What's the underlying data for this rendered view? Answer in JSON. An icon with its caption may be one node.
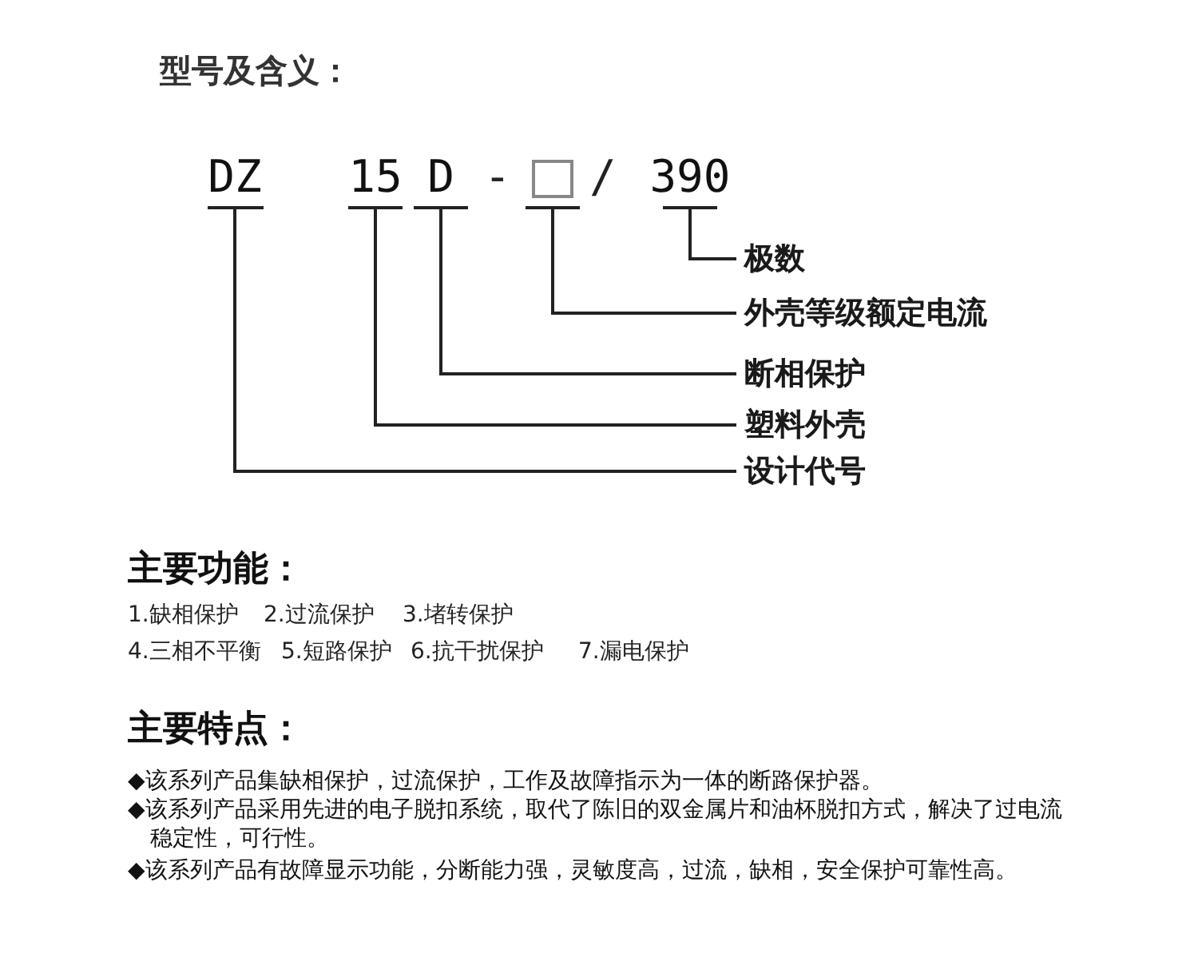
{
  "diagram": {
    "title": "型号及含义：",
    "nodes": [
      {
        "text": [
          "DZ"
        ]
      },
      {
        "text": [
          "15"
        ]
      },
      {
        "text": [
          "D"
        ]
      },
      {
        "text": [],
        "shape": "box"
      },
      {
        "text": [
          "390"
        ]
      },
      {
        "text": [
          "极数"
        ]
      },
      {
        "text": [
          "外壳等级额定电流"
        ]
      },
      {
        "text": [
          "断相保护"
        ]
      },
      {
        "text": [
          "塑料外壳"
        ]
      },
      {
        "text": [
          "设计代号"
        ]
      }
    ],
    "edges": [
      {
        "from": 4,
        "to": 5,
        "arrow": "none"
      },
      {
        "from": 3,
        "to": 6,
        "arrow": "none"
      },
      {
        "from": 2,
        "to": 7,
        "arrow": "none"
      },
      {
        "from": 1,
        "to": 8,
        "arrow": "none"
      },
      {
        "from": 0,
        "to": 9,
        "arrow": "none"
      }
    ],
    "labels": [
      "-",
      "/",
      "主要功能：",
      "1.缺相保护",
      "2.过流保护",
      "3.堵转保护",
      "4.三相不平衡",
      "5.短路保护",
      "6.抗干扰保护",
      "7.漏电保护",
      "主要特点：",
      "◆该系列产品集缺相保护，过流保护，工作及故障指示为一体的断路保护器。",
      "◆该系列产品采用先进的电子脱扣系统，取代了陈旧的双金属片和油杯脱扣方式，解决了过电流稳定性，可行性。",
      "◆该系列产品有故障显示功能，分断能力强，灵敏度高，过流，缺相，安全保护可靠性高。"
    ]
  }
}
